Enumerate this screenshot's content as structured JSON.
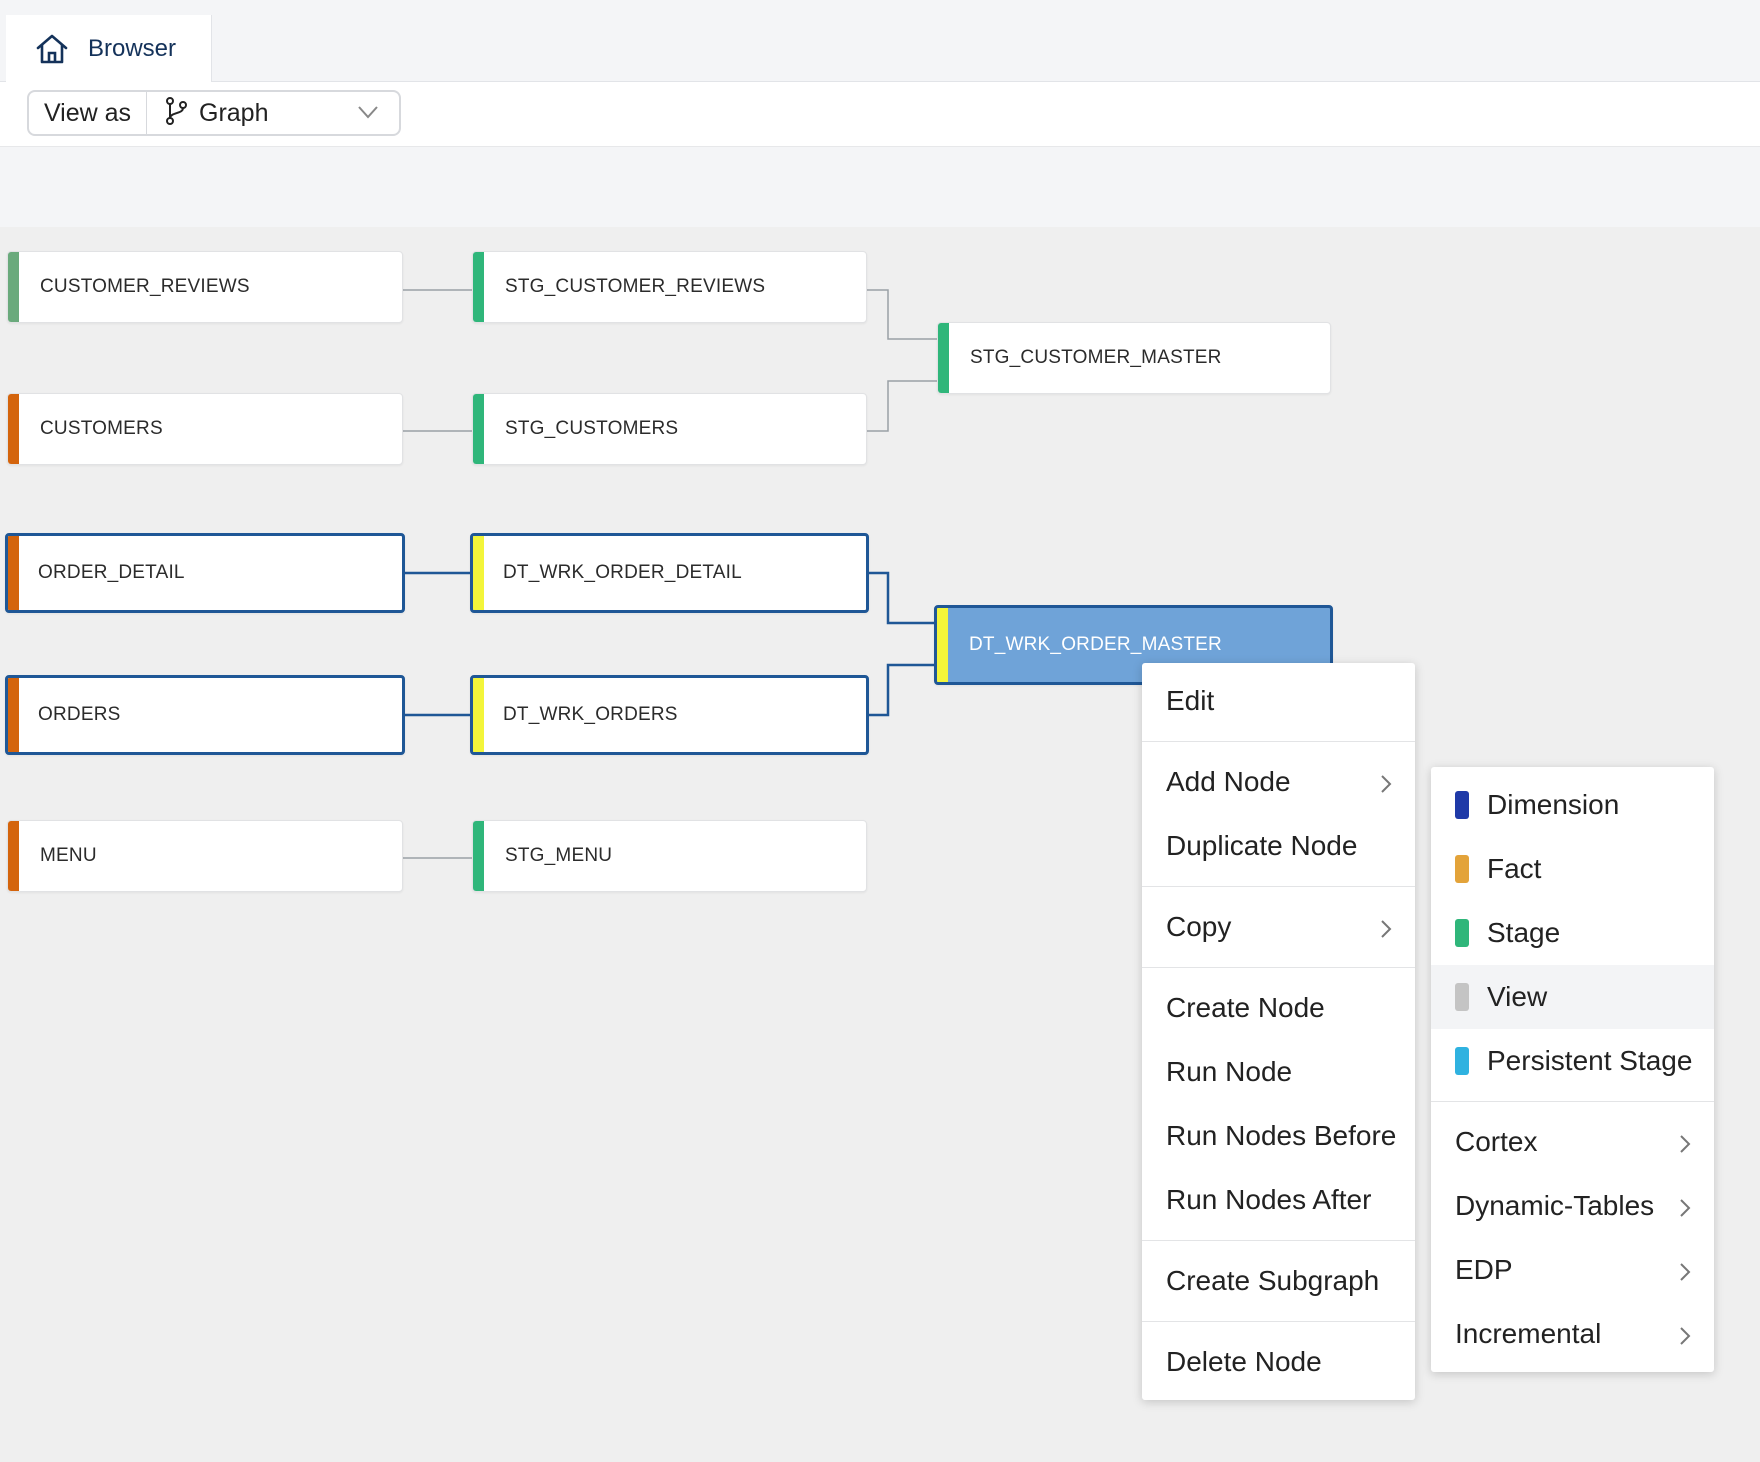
{
  "tab": {
    "label": "Browser"
  },
  "toolbar": {
    "view_as_label": "View as",
    "view_mode": "Graph"
  },
  "nodes": {
    "customer_reviews": {
      "label": "CUSTOMER_REVIEWS",
      "color": "#6aaa7c"
    },
    "customers": {
      "label": "CUSTOMERS",
      "color": "#d4640c"
    },
    "order_detail": {
      "label": "ORDER_DETAIL",
      "color": "#d4640c"
    },
    "orders": {
      "label": "ORDERS",
      "color": "#d4640c"
    },
    "menu": {
      "label": "MENU",
      "color": "#d4640c"
    },
    "stg_customer_reviews": {
      "label": "STG_CUSTOMER_REVIEWS",
      "color": "#2fb67a"
    },
    "stg_customers": {
      "label": "STG_CUSTOMERS",
      "color": "#2fb67a"
    },
    "dt_wrk_order_detail": {
      "label": "DT_WRK_ORDER_DETAIL",
      "color": "#f3f53a"
    },
    "dt_wrk_orders": {
      "label": "DT_WRK_ORDERS",
      "color": "#f3f53a"
    },
    "stg_menu": {
      "label": "STG_MENU",
      "color": "#2fb67a"
    },
    "stg_customer_master": {
      "label": "STG_CUSTOMER_MASTER",
      "color": "#2fb67a"
    },
    "dt_wrk_order_master": {
      "label": "DT_WRK_ORDER_MASTER",
      "color": "#f3f53a"
    }
  },
  "context_menu": {
    "edit": "Edit",
    "add_node": "Add Node",
    "duplicate_node": "Duplicate Node",
    "copy": "Copy",
    "create_node": "Create Node",
    "run_node": "Run Node",
    "run_nodes_before": "Run Nodes Before",
    "run_nodes_after": "Run Nodes After",
    "create_subgraph": "Create Subgraph",
    "delete_node": "Delete Node"
  },
  "add_node_submenu": {
    "dimension": {
      "label": "Dimension",
      "color": "#1f3aa8"
    },
    "fact": {
      "label": "Fact",
      "color": "#e3a33a"
    },
    "stage": {
      "label": "Stage",
      "color": "#2fb67a"
    },
    "view": {
      "label": "View",
      "color": "#c4c4c4"
    },
    "persistent_stage": {
      "label": "Persistent Stage",
      "color": "#2fb2e0"
    },
    "cortex": "Cortex",
    "dynamic_tables": "Dynamic-Tables",
    "edp": "EDP",
    "incremental": "Incremental"
  },
  "colors": {
    "edge": "#9aa0a6",
    "edge_selected": "#1f5796",
    "selection": "#1f5796",
    "active_fill": "#6fa3d8"
  }
}
